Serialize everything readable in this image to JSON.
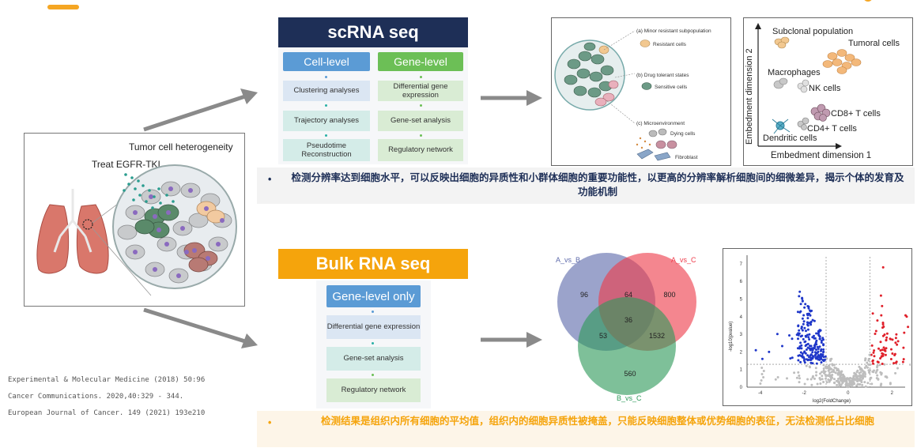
{
  "left_panel": {
    "title": "Tumor cell heterogeneity",
    "treatment": "Treat EGFR-TKI"
  },
  "scrna": {
    "header": "scRNA seq",
    "cell_level": {
      "label": "Cell-level",
      "steps": [
        "Clustering analyses",
        "Trajectory analyses",
        "Pseudotime Reconstruction"
      ]
    },
    "gene_level": {
      "label": "Gene-level",
      "steps": [
        "Differential gene expression",
        "Gene-set analysis",
        "Regulatory network"
      ]
    },
    "figure_a": {
      "label_a": "(a) Minor resistant subpopulation",
      "resistant": "Resistant cells",
      "label_b": "(b) Drug tolerant states",
      "sensitive": "Sensitive cells",
      "label_c": "(c) Microenvironment",
      "dying": "Dying cells",
      "fibroblast": "Fibroblast"
    },
    "figure_b": {
      "ylabel": "Embedment dimension 2",
      "xlabel": "Embedment dimension 1",
      "clusters": [
        "Subclonal population",
        "Tumoral cells",
        "Macrophages",
        "NK cells",
        "CD8+ T cells",
        "CD4+ T cells",
        "Dendritic cells"
      ]
    },
    "note_bullet": "•",
    "note": "检测分辨率达到细胞水平，可以反映出细胞的异质性和小群体细胞的重要功能性，以更高的分辨率解析细胞间的细微差异，揭示个体的发育及功能机制"
  },
  "bulk": {
    "header": "Bulk RNA seq",
    "gene_level_only": "Gene-level only",
    "steps": [
      "Differential gene expression",
      "Gene-set analysis",
      "Regulatory network"
    ],
    "note_bullet": "•",
    "note": "检测结果是组织内所有细胞的平均值，组织内的细胞异质性被掩盖，只能反映细胞整体或优势细胞的表征，无法检测低占比细胞"
  },
  "venn": {
    "sets": [
      "A_vs_B",
      "A_vs_C",
      "B_vs_C"
    ],
    "colors": [
      "#5e6aab",
      "#ee3b4a",
      "#2e9a5a"
    ],
    "regions": {
      "a_only": "96",
      "ab": "64",
      "b_only": "800",
      "abc": "36",
      "ac": "53",
      "bc": "1532",
      "c_only": "560"
    }
  },
  "volcano": {
    "xlabel": "log2(FoldChange)",
    "ylabel": "-log10(pvalue)",
    "xticks": [
      "-4",
      "-2",
      "0",
      "2"
    ],
    "yticks": [
      "0",
      "1",
      "2",
      "3",
      "4",
      "5",
      "6",
      "7"
    ],
    "colors": {
      "down": "#1f37c9",
      "up": "#e0202a",
      "ns": "#bdbdbd"
    }
  },
  "references": [
    "Experimental & Molecular Medicine (2018) 50:96",
    "Cancer Communications. 2020,40:329 - 344.",
    "European Journal of Cancer. 149 (2021) 193e210"
  ]
}
